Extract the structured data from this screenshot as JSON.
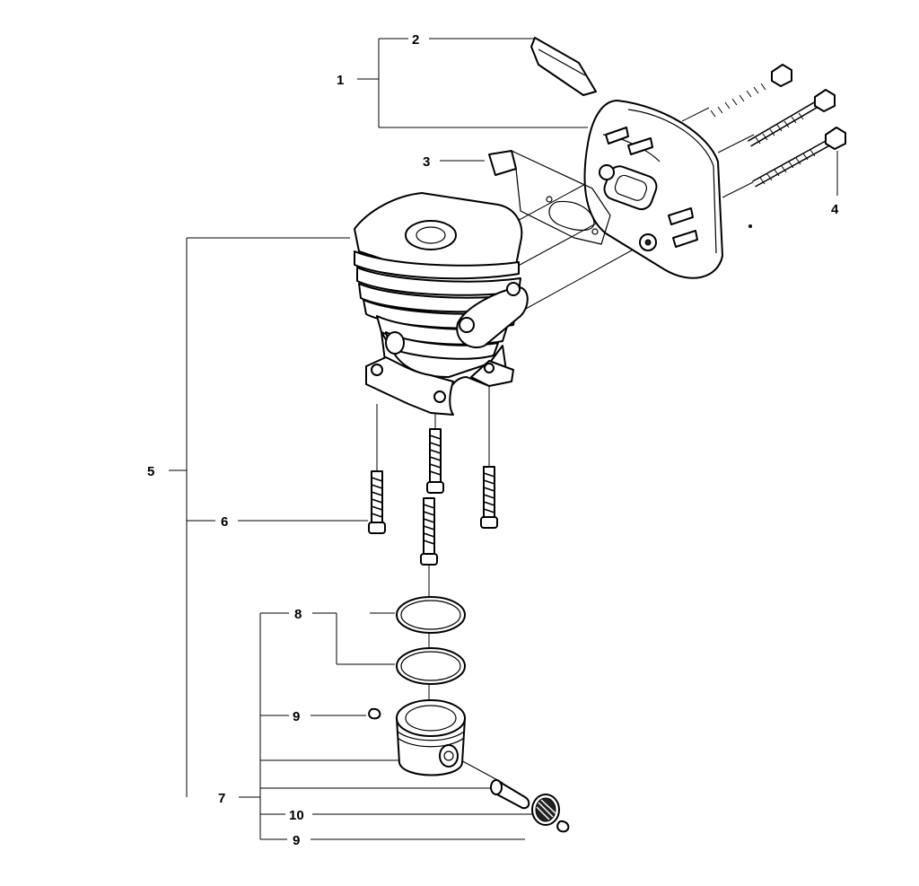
{
  "callouts": {
    "c1": "1",
    "c2": "2",
    "c3": "3",
    "c4": "4",
    "c5": "5",
    "c6": "6",
    "c7": "7",
    "c8": "8",
    "c9a": "9",
    "c9b": "9",
    "c10": "10"
  },
  "parts": [
    {
      "id": "muffler",
      "icon": "muffler-icon"
    },
    {
      "id": "heat-shield-plate",
      "icon": "plate-icon"
    },
    {
      "id": "gasket-clip",
      "icon": "clip-icon"
    },
    {
      "id": "bolt",
      "icon": "bolt-icon"
    },
    {
      "id": "cylinder",
      "icon": "cylinder-icon"
    },
    {
      "id": "screw",
      "icon": "screw-icon"
    },
    {
      "id": "piston-assembly",
      "icon": "piston-icon"
    },
    {
      "id": "piston-ring",
      "icon": "ring-icon"
    },
    {
      "id": "circlip",
      "icon": "circlip-icon"
    },
    {
      "id": "needle-bearing",
      "icon": "bearing-icon"
    }
  ]
}
